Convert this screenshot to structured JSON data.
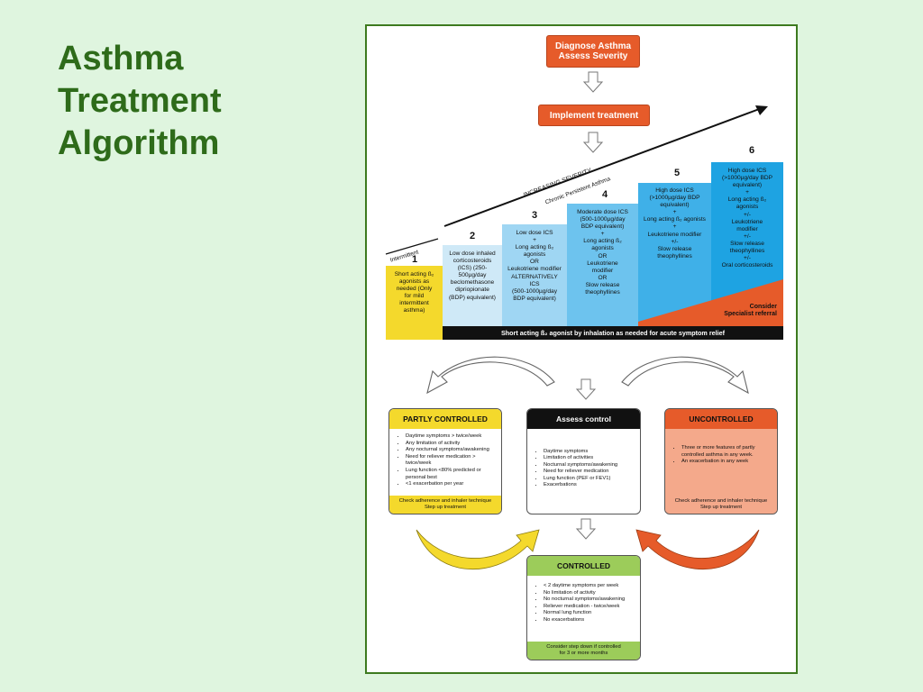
{
  "slide": {
    "title_lines": [
      "Asthma",
      "Treatment",
      "Algorithm"
    ]
  },
  "top": {
    "diagnose": [
      "Diagnose Asthma",
      "Assess Severity"
    ],
    "implement": "Implement treatment",
    "increasing_severity": "INCREASING SEVERITY",
    "chronic": "Chronic Persistent Asthma",
    "intermittent": "Intermittent",
    "steps": [
      {
        "num": "1",
        "lines": [
          "Short acting ß₂",
          "agonists as",
          "needed (Only",
          "for mild",
          "intermittent",
          "asthma)"
        ]
      },
      {
        "num": "2",
        "lines": [
          "Low dose inhaled",
          "corticosteroids",
          "(ICS) (250-",
          "500µg/day",
          "beclomethasone",
          "dipriopionate",
          "(BDP) equivalent)"
        ]
      },
      {
        "num": "3",
        "lines": [
          "Low dose ICS",
          "+",
          "Long acting ß₂",
          "agonists",
          "OR",
          "Leukotriene modifier",
          "ALTERNATIVELY",
          "ICS",
          "(500-1000µg/day",
          "BDP equivalent)"
        ]
      },
      {
        "num": "4",
        "lines": [
          "Moderate dose ICS",
          "(500-1000µg/day",
          "BDP equivalent)",
          "+",
          "Long acting ß₂",
          "agonists",
          "OR",
          "Leukotriene",
          "modifier",
          "OR",
          "Slow release",
          "theophyllines"
        ]
      },
      {
        "num": "5",
        "lines": [
          "High dose ICS",
          "(>1000µg/day BDP",
          "equivalent)",
          "+",
          "Long acting ß₂ agonists",
          "+",
          "Leukotriene modifier",
          "+/-",
          "Slow release",
          "theophyllines"
        ]
      },
      {
        "num": "6",
        "lines": [
          "High dose ICS",
          "(>1000µg/day BDP",
          "equivalent)",
          "+",
          "Long acting ß₂",
          "agonists",
          "+/-",
          "Leukotriene",
          "modifier",
          "+/-",
          "Slow release",
          "theophyllines",
          "+/-",
          "Oral corticosteroids"
        ]
      }
    ],
    "referral": [
      "Consider",
      "Specialist referral"
    ],
    "bar": "Short acting ß₂ agonist by inhalation as needed for acute symptom relief"
  },
  "bottom": {
    "partly": {
      "title": "PARTLY CONTROLLED",
      "items": [
        "Daytime symptoms > twice/week",
        "Any limitation of activity",
        "Any nocturnal symptoms/awakening",
        "Need for reliever medication > twice/week",
        "Lung function <80% predicted or personal best",
        "<1 exacerbation per year"
      ],
      "footer": [
        "Check adherence and inhaler technique",
        "Step up treatment"
      ]
    },
    "assess": {
      "title": "Assess control",
      "items": [
        "Daytime symptoms",
        "Limitation of activities",
        "Nocturnal symptoms/awakening",
        "Need for reliever medication",
        "Lung function (PEF or FEV1)",
        "Exacerbations"
      ]
    },
    "uncontrolled": {
      "title": "UNCONTROLLED",
      "items": [
        "Three or more features of partly controlled asthma in any week.",
        "An exacerbation in any week"
      ],
      "footer": [
        "Check adherence and inhaler technique",
        "Step up treatment"
      ]
    },
    "controlled": {
      "title": "CONTROLLED",
      "items": [
        "< 2 daytime symptoms per week",
        "No limitation of activity",
        "No nocturnal symptoms/awakening",
        "Reliever medication - twice/week",
        "Normal lung function",
        "No exacerbations"
      ],
      "footer": [
        "Consider step down if controlled",
        "for 3 or more months"
      ]
    }
  },
  "colors": {
    "title_green": "#2e6b1a",
    "frame_green": "#3d7a1f",
    "orange": "#e65b2a",
    "yellow": "#f4d92c",
    "green_box": "#9ccc5a",
    "step_blues": [
      "#cfe9f7",
      "#9fd6f3",
      "#6dc3ee",
      "#3fb0e8",
      "#1ea3e2"
    ]
  }
}
